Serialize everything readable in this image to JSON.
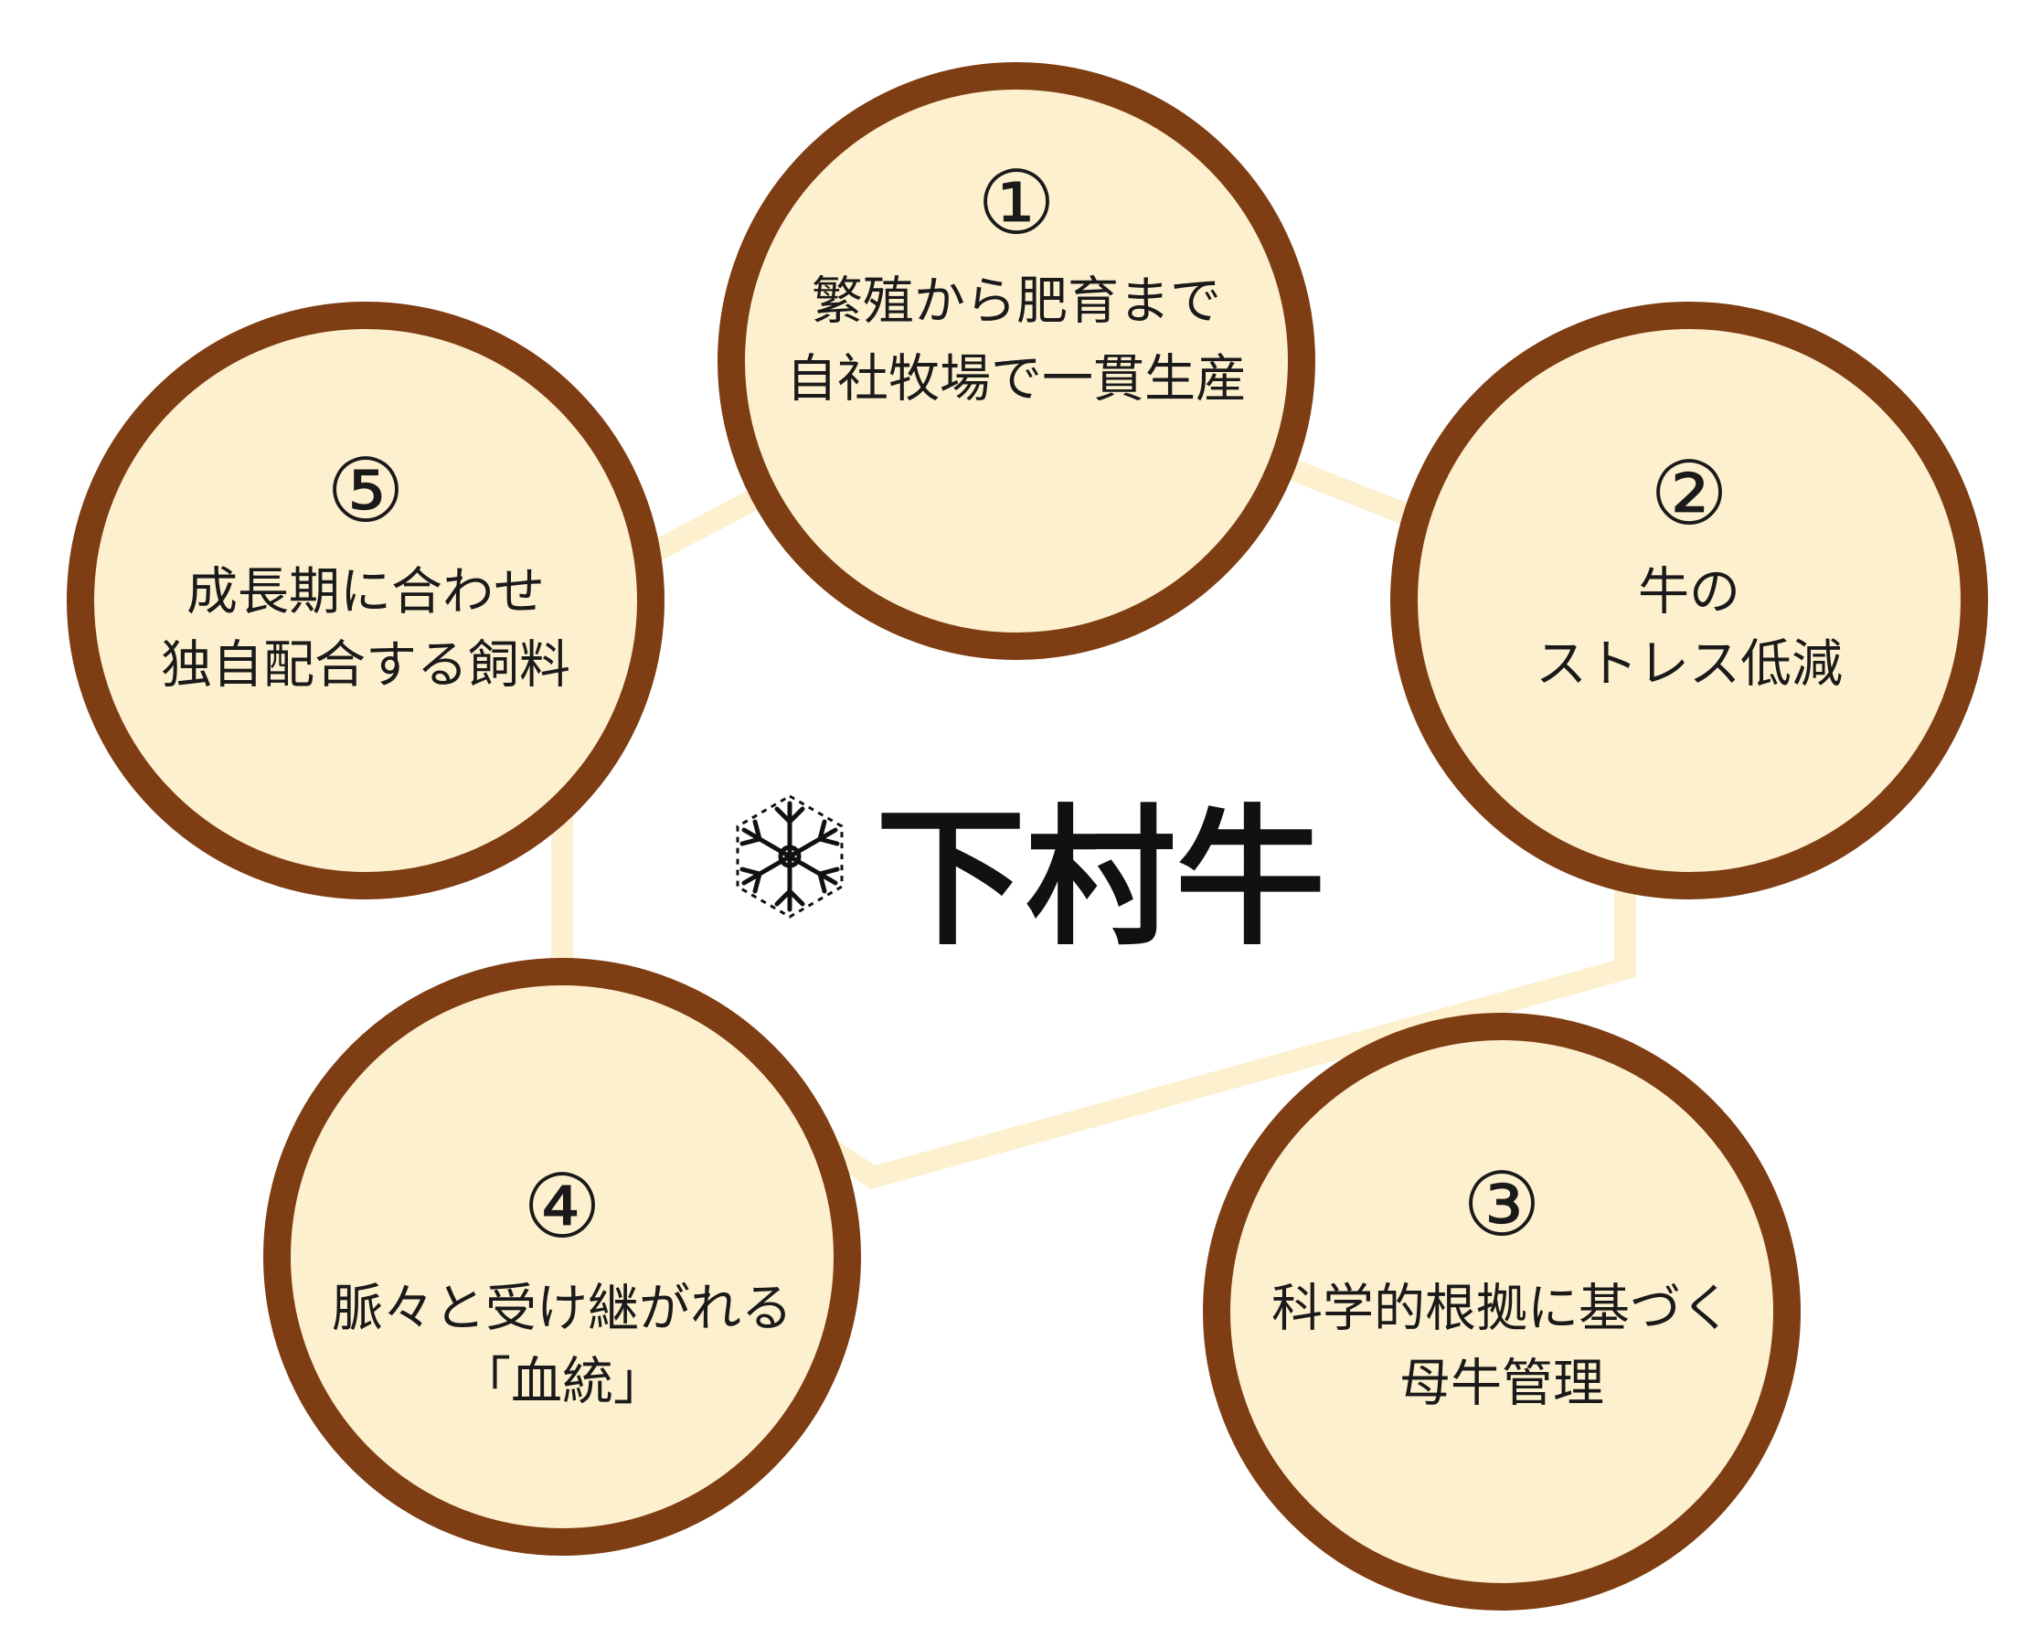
{
  "diagram": {
    "type": "five-point cycle around central logo",
    "colors": {
      "ring": "#7e3d12",
      "fill": "#fdf0cf",
      "connector": "#fdf0cf",
      "text": "#1a1a1a"
    },
    "logo": {
      "text": "下村牛",
      "icon": "snowflake-icon"
    },
    "nodes": [
      {
        "number": "①",
        "lines": [
          "繁殖から肥育まで",
          "自社牧場で一貫生産"
        ]
      },
      {
        "number": "②",
        "lines": [
          "牛の",
          "ストレス低減"
        ]
      },
      {
        "number": "③",
        "lines": [
          "科学的根拠に基づく",
          "母牛管理"
        ]
      },
      {
        "number": "④",
        "lines": [
          "脈々と受け継がれる",
          "「血統」"
        ]
      },
      {
        "number": "⑤",
        "lines": [
          "成長期に合わせ",
          "独自配合する飼料"
        ]
      }
    ]
  }
}
